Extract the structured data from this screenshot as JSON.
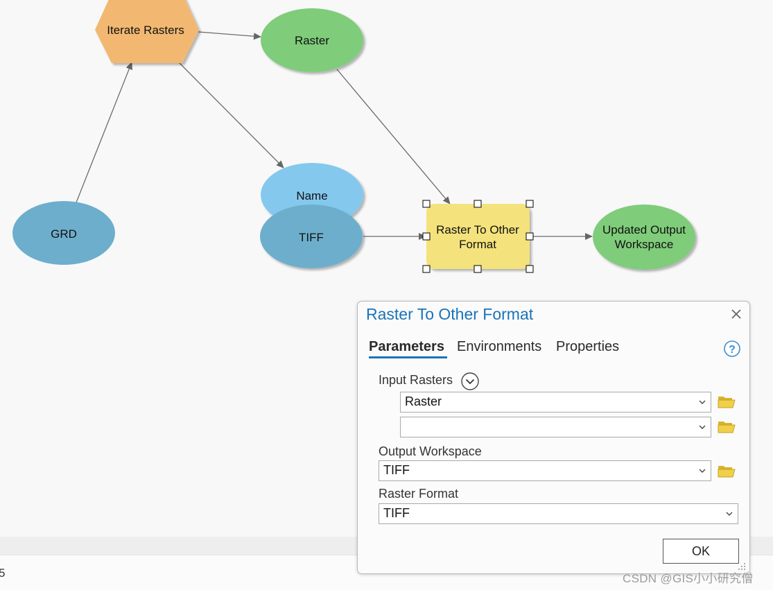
{
  "model": {
    "nodes": {
      "iterate_rasters": "Iterate Rasters",
      "raster": "Raster",
      "name": "Name",
      "grd": "GRD",
      "tiff": "TIFF",
      "tool_line1": "Raster To Other",
      "tool_line2": "Format",
      "updated_line1": "Updated Output",
      "updated_line2": "Workspace"
    },
    "colors": {
      "iterator": "#f2b872",
      "output_variable": "#7fcc7a",
      "name_variable": "#84c8ee",
      "data_variable": "#6daecd",
      "tool": "#f4e27c",
      "connector": "#6b6b6b"
    }
  },
  "dialog": {
    "title": "Raster To Other Format",
    "tabs": [
      "Parameters",
      "Environments",
      "Properties"
    ],
    "active_tab": "Parameters",
    "help_icon": "help-circle-icon",
    "close_icon": "close-icon",
    "input_rasters": {
      "label": "Input Rasters",
      "values": [
        "Raster",
        ""
      ]
    },
    "output_workspace": {
      "label": "Output Workspace",
      "value": "TIFF"
    },
    "raster_format": {
      "label": "Raster Format",
      "value": "TIFF"
    },
    "ok_label": "OK"
  },
  "status": {
    "text": "5"
  },
  "watermark": "CSDN @GIS小小研究僧"
}
